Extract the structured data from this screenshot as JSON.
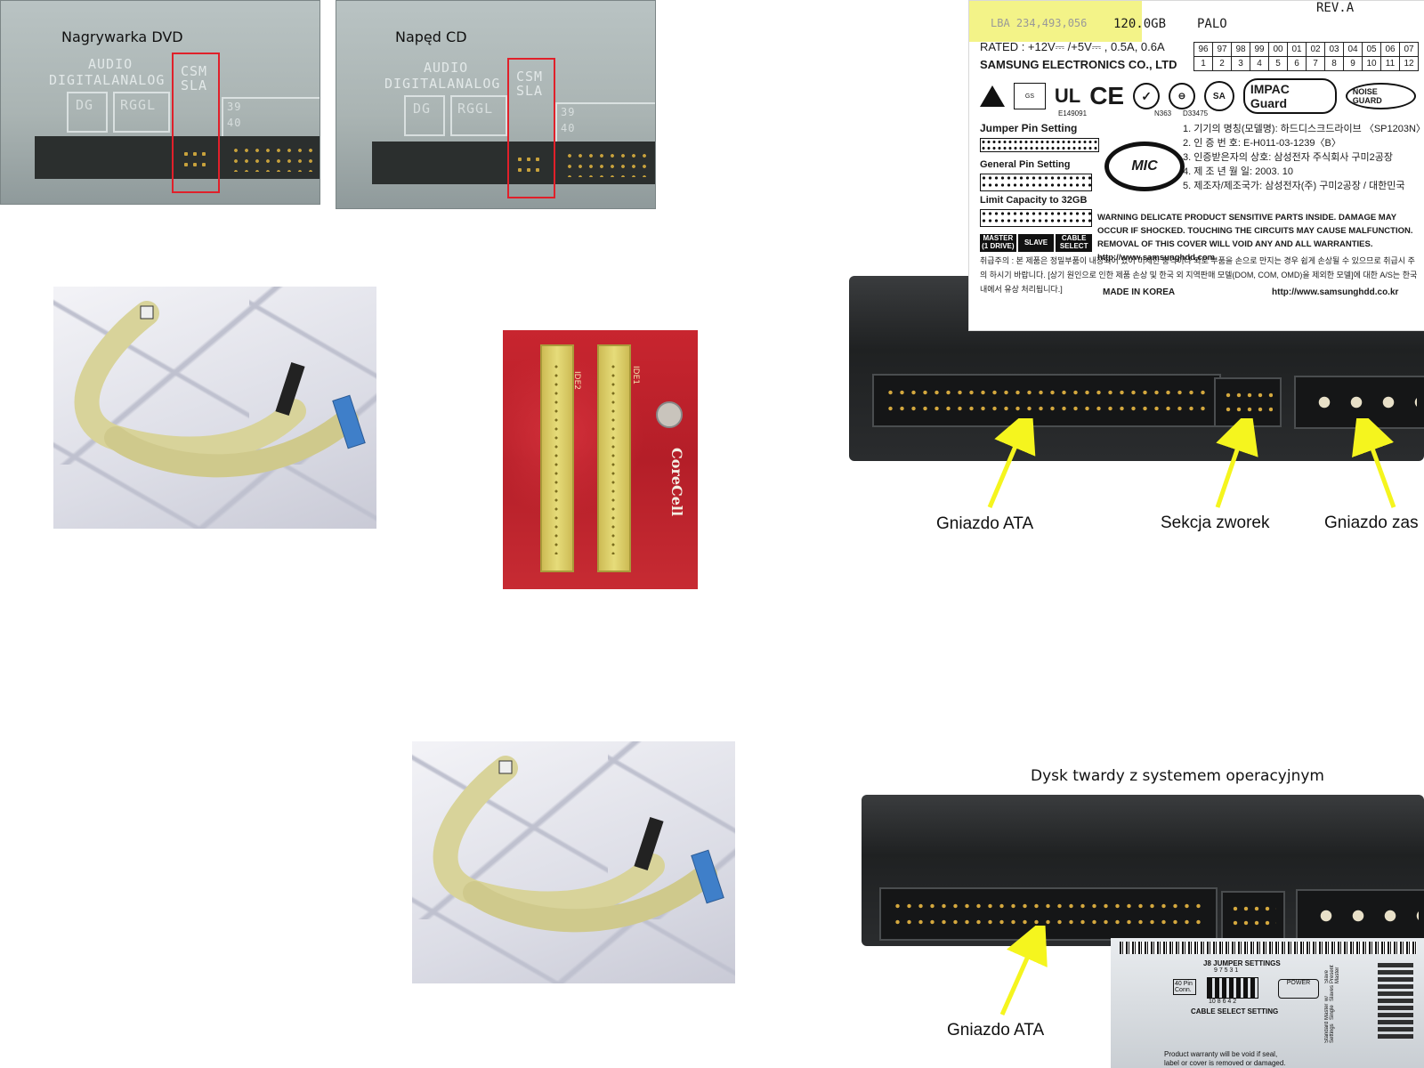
{
  "drives": {
    "dvd": {
      "title": "Nagrywarka DVD"
    },
    "cd": {
      "title": "Napęd CD"
    },
    "etched": {
      "audio": "AUDIO",
      "digital_analog": "DIGITALANALOG",
      "dg": "DG",
      "rggl": "RGGL",
      "csm": "CSM",
      "sla": "SLA",
      "pin39": "39",
      "pin40": "40"
    }
  },
  "hdd_top": {
    "callouts": {
      "ata": "Gniazdo ATA",
      "jumpers": "Sekcja zworek",
      "power": "Gniazdo zas"
    },
    "label": {
      "lba": "LBA 234,493,056",
      "capacity": "120.0GB",
      "palo": "PALO",
      "rev": "REV.A",
      "rated": "RATED : +12V⎓ /+5V⎓ , 0.5A, 0.6A",
      "manufacturer": "SAMSUNG ELECTRONICS CO., LTD",
      "table_top": [
        "96",
        "97",
        "98",
        "99",
        "00",
        "01",
        "02",
        "03",
        "04",
        "05",
        "06",
        "07"
      ],
      "table_bottom": [
        "1",
        "2",
        "3",
        "4",
        "5",
        "6",
        "7",
        "8",
        "9",
        "10",
        "11",
        "12"
      ],
      "cert_marks": [
        "UL",
        "CE",
        "N363",
        "D33475",
        "E149091"
      ],
      "impac_guard": "IMPAC Guard",
      "noise_guard": "NOISE GUARD",
      "jumper_pin_setting": "Jumper Pin Setting",
      "general_pin_setting": "General Pin Setting",
      "limit_capacity": "Limit Capacity to 32GB",
      "master": "MASTER (1 DRIVE)",
      "slave": "SLAVE",
      "cable_select": "CABLE SELECT",
      "mic": "MIC",
      "korean_lines": [
        "1. 기기의 명칭(모델명): 하드디스크드라이브  〈SP1203N〉",
        "2. 인 증 번 호:  E-H011-03-1239〈B〉",
        "3. 인증받은자의 상호: 삼성전자 주식회사 구미2공장",
        "4. 제 조 년 월 일:   2003. 10",
        "5. 제조자/제조국가: 삼성전자(주) 구미2공장 / 대한민국"
      ],
      "warning": "WARNING DELICATE PRODUCT SENSITIVE PARTS INSIDE. DAMAGE MAY OCCUR IF SHOCKED. TOUCHING THE CIRCUITS MAY CAUSE MALFUNCTION. REMOVAL OF THIS COVER WILL VOID ANY AND ALL WARRANTIES. http://www.samsunghdd.com",
      "korean_warning": "취급주의 : 본 제품은 정밀부품이 내장되어 있어 미세한 충격이나 외로 부품을 손으로 만지는 경우 쉽게 손상될 수 있으므로 취급시 주의 하시기 바랍니다. [상기 원인으로 인한 제품 손상 및 한국 외 지역판매 모델(DOM, COM, OMD)을 제외한 모델]에 대한 A/S는 한국내에서 유상 처리됩니다.]",
      "made_in": "MADE IN KOREA",
      "url": "http://www.samsunghdd.co.kr"
    }
  },
  "hdd_bottom": {
    "title": "Dysk twardy z systemem operacyjnym",
    "callout_ata": "Gniazdo ATA",
    "label": {
      "j8": "J8 JUMPER SETTINGS",
      "odd_pins": "9 7 5 3 1",
      "even_pins": "10 8 6 4 2",
      "pin_conn": "40 Pin Conn.",
      "power": "POWER",
      "cable_select": "CABLE SELECT SETTING",
      "side_labels": [
        "Standard Settings",
        "Master Single",
        "w/ Slaves",
        "Slave Present Master"
      ],
      "warranty": "Product warranty will be void if seal,",
      "warranty2": "label or cover is removed or damaged."
    }
  },
  "motherboard": {
    "ide1": "IDE1",
    "ide2": "IDE2",
    "brand": "CoreCell"
  },
  "colors": {
    "red_box": "#e0202a",
    "callout_arrow": "#f5f51e",
    "ribbon": "#d8d39a",
    "connector_blue": "#3f7fc9"
  }
}
